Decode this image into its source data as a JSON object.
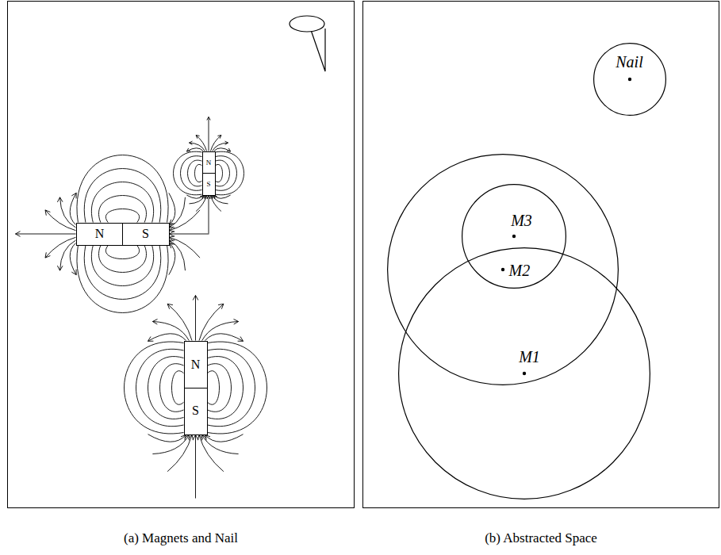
{
  "diagram": {
    "nodes": [
      {
        "text": [
          "(a) Magnets and Nail"
        ]
      },
      {
        "text": [
          "N",
          "S"
        ],
        "in": 0
      },
      {
        "text": [
          "N",
          "S"
        ],
        "in": 0
      },
      {
        "text": [
          "N",
          "S"
        ],
        "in": 0
      },
      {
        "text": [
          "(b) Abstracted Space"
        ]
      },
      {
        "text": [
          "Nail"
        ],
        "in": 4
      },
      {
        "text": [
          "M2"
        ],
        "in": 4
      },
      {
        "text": [
          "M3"
        ],
        "in": 6
      },
      {
        "text": [
          "M1"
        ],
        "in": 4
      }
    ]
  }
}
